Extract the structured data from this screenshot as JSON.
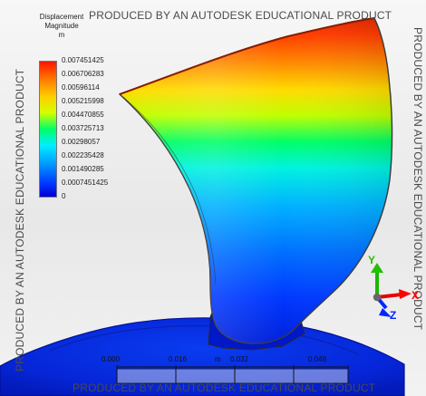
{
  "watermarks": {
    "top": "PRODUCED BY AN AUTODESK EDUCATIONAL PRODUCT",
    "bottom": "PRODUCED BY AN AUTODESK EDUCATIONAL PRODUCT",
    "left": "PRODUCED BY AN AUTODESK EDUCATIONAL PRODUCT",
    "right": "PRODUCED BY AN AUTODESK EDUCATIONAL PRODUCT"
  },
  "legend": {
    "title_line1": "Displacement",
    "title_line2": "Magnitude",
    "unit": "m",
    "values": [
      "0.007451425",
      "0.006706283",
      "0.00596114",
      "0.005215998",
      "0.004470855",
      "0.003725713",
      "0.00298057",
      "0.002235428",
      "0.001490285",
      "0.0007451425",
      "0"
    ]
  },
  "axes": {
    "y_label": "Y",
    "x_label": "X",
    "z_label": "Z"
  },
  "scale_bar": {
    "ticks": [
      "0.000",
      "0.016",
      "m",
      "0.032",
      "0.048"
    ]
  },
  "colors": {
    "background_top": "#f7f7f7",
    "base_blue": "#0a28d8",
    "blade_top_red": "#ff2a00",
    "blade_mid_green": "#00ff55",
    "blade_low_blue": "#0045ff",
    "axis_y": "#22c000",
    "axis_x": "#ff0000",
    "axis_z": "#0026ff"
  }
}
